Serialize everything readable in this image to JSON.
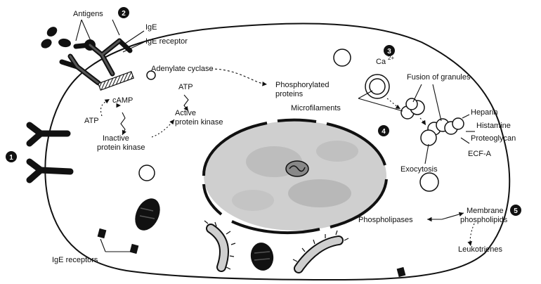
{
  "markers": {
    "m1": "1",
    "m2": "2",
    "m3": "3",
    "m4": "4",
    "m5": "5"
  },
  "labels": {
    "antigens": "Antigens",
    "ige": "IgE",
    "ige_receptor": "IgE receptor",
    "adenylate_cyclase": "Adenylate cyclase",
    "camp": "cAMP",
    "atp_left": "ATP",
    "inactive_pk_1": "Inactive",
    "inactive_pk_2": "protein kinase",
    "atp_mid": "ATP",
    "active_pk_1": "Active",
    "active_pk_2": "protein kinase",
    "phosphorylated_1": "Phosphorylated",
    "phosphorylated_2": "proteins",
    "microfilaments": "Microfilaments",
    "calcium": "Ca",
    "calcium_charge": "2+",
    "fusion": "Fusion of granules",
    "heparin": "Heparin",
    "histamine": "Histamine",
    "proteoglycan": "Proteoglycan",
    "ecfa": "ECF-A",
    "exocytosis": "Exocytosis",
    "phospholipases": "Phospholipases",
    "membrane_1": "Membrane",
    "membrane_2": "phospholipids",
    "leukotrienes": "Leukotrienes",
    "ige_receptors": "IgE receptors"
  }
}
